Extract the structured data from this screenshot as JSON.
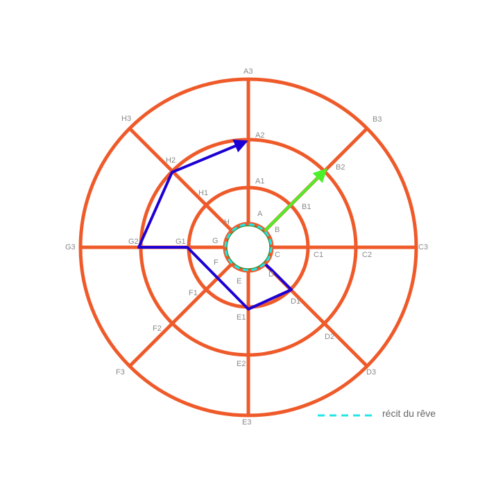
{
  "colors": {
    "structure": "#ef5a2a",
    "path_blue": "#1c00d4",
    "path_green": "#4cf02a",
    "dream": "#22e6e6",
    "inner_green": "#3a8a2e",
    "label": "#888888"
  },
  "labels": {
    "A": "A",
    "B": "B",
    "C": "C",
    "D": "D",
    "E": "E",
    "F": "F",
    "G": "G",
    "H": "H",
    "A1": "A1",
    "B1": "B1",
    "C1": "C1",
    "D1": "D1",
    "E1": "E1",
    "F1": "F1",
    "G1": "G1",
    "H1": "H1",
    "A2": "A2",
    "B2": "B2",
    "C2": "C2",
    "D2": "D2",
    "E2": "E2",
    "F2": "F2",
    "G2": "G2",
    "H2": "H2",
    "A3": "A3",
    "B3": "B3",
    "C3": "C3",
    "D3": "D3",
    "E3": "E3",
    "F3": "F3",
    "G3": "G3",
    "H3": "H3"
  },
  "legend": {
    "dream_label": "récit du rêve"
  }
}
